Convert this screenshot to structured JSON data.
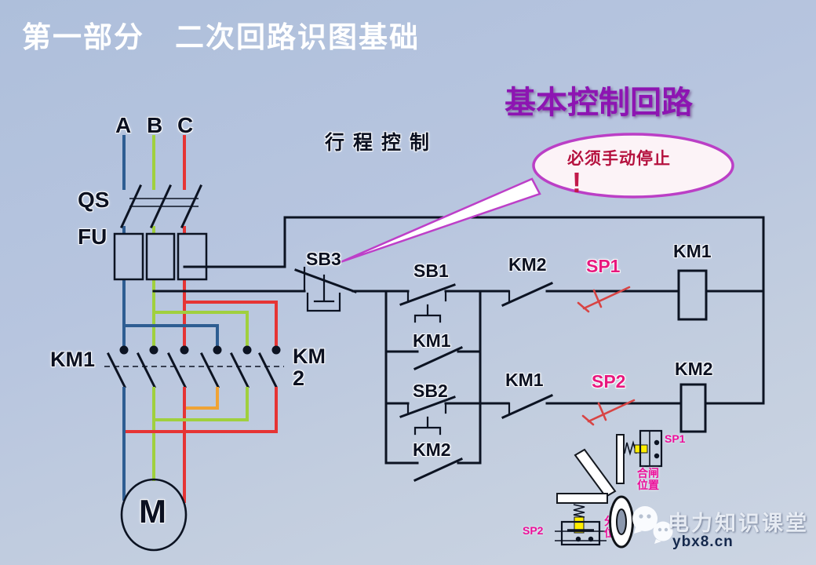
{
  "title": "第一部分　二次回路识图基础",
  "subtitle": "基本控制回路",
  "section": "行程控制",
  "callout": {
    "text": "必须手动停止",
    "mark": "!"
  },
  "power": {
    "phase_a": "A",
    "phase_b": "B",
    "phase_c": "C",
    "disconnector": "QS",
    "fuse": "FU",
    "km1": "KM1",
    "km2": "KM\n2",
    "motor": "M"
  },
  "control": {
    "sb3": "SB3",
    "sb1": "SB1",
    "km2_interlock": "KM2",
    "sp1": "SP1",
    "km1_coil": "KM1",
    "km1_selfhold": "KM1",
    "sb2": "SB2",
    "km1_interlock": "KM1",
    "sp2": "SP2",
    "km2_coil": "KM2",
    "km2_selfhold": "KM2"
  },
  "limit_switches": {
    "sp1": "SP1",
    "sp1_caption": "合闸\n位置",
    "sp2": "SP2",
    "sp2_caption": "分闸\n位置"
  },
  "watermark": {
    "brand": "电力知识课堂",
    "site": "ybx8.cn"
  },
  "colors": {
    "phase_a_blue": "#2e5d92",
    "phase_b_green": "#a0d03e",
    "phase_c_red": "#e63434",
    "jumper_orange": "#f0a335",
    "line_black": "#0c1322",
    "accent_pink": "#e8177d",
    "callout_purple": "#bb3fc6",
    "title_purple": "#8d15b2"
  }
}
